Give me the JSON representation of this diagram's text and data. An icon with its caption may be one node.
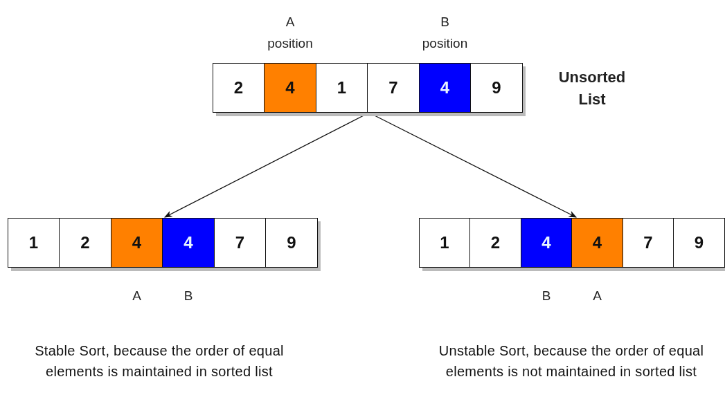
{
  "diagram": {
    "nodes": [
      {
        "text": [],
        "shape": "box",
        "beside": [
          "Unsorted List"
        ]
      },
      {
        "text": [
          "2"
        ],
        "in": 0
      },
      {
        "text": [
          "4"
        ],
        "in": 0,
        "beside": [
          "A position"
        ]
      },
      {
        "text": [
          "1"
        ],
        "in": 0
      },
      {
        "text": [
          "7"
        ],
        "in": 0
      },
      {
        "text": [
          "4"
        ],
        "in": 0,
        "beside": [
          "B position"
        ]
      },
      {
        "text": [
          "9"
        ],
        "in": 0
      },
      {
        "text": [],
        "shape": "box"
      },
      {
        "text": [
          "1"
        ],
        "in": 7
      },
      {
        "text": [
          "2"
        ],
        "in": 7
      },
      {
        "text": [
          "4"
        ],
        "in": 7,
        "beside": [
          "A"
        ]
      },
      {
        "text": [
          "4"
        ],
        "in": 7,
        "beside": [
          "B"
        ]
      },
      {
        "text": [
          "7"
        ],
        "in": 7
      },
      {
        "text": [
          "9"
        ],
        "in": 7
      },
      {
        "text": [],
        "shape": "box"
      },
      {
        "text": [
          "1"
        ],
        "in": 14
      },
      {
        "text": [
          "2"
        ],
        "in": 14
      },
      {
        "text": [
          "4"
        ],
        "in": 14,
        "beside": [
          "B"
        ]
      },
      {
        "text": [
          "4"
        ],
        "in": 14,
        "beside": [
          "A"
        ]
      },
      {
        "text": [
          "7"
        ],
        "in": 14
      },
      {
        "text": [
          "9"
        ],
        "in": 14
      }
    ],
    "edges": [
      {
        "from": 0,
        "to": 7,
        "arrow": "to"
      },
      {
        "from": 0,
        "to": 14,
        "arrow": "to"
      }
    ],
    "labels": [
      "Stable Sort, because the order of equal elements is maintained in sorted list",
      "Unstable Sort, because the order of equal elements is not maintained in sorted list"
    ]
  }
}
